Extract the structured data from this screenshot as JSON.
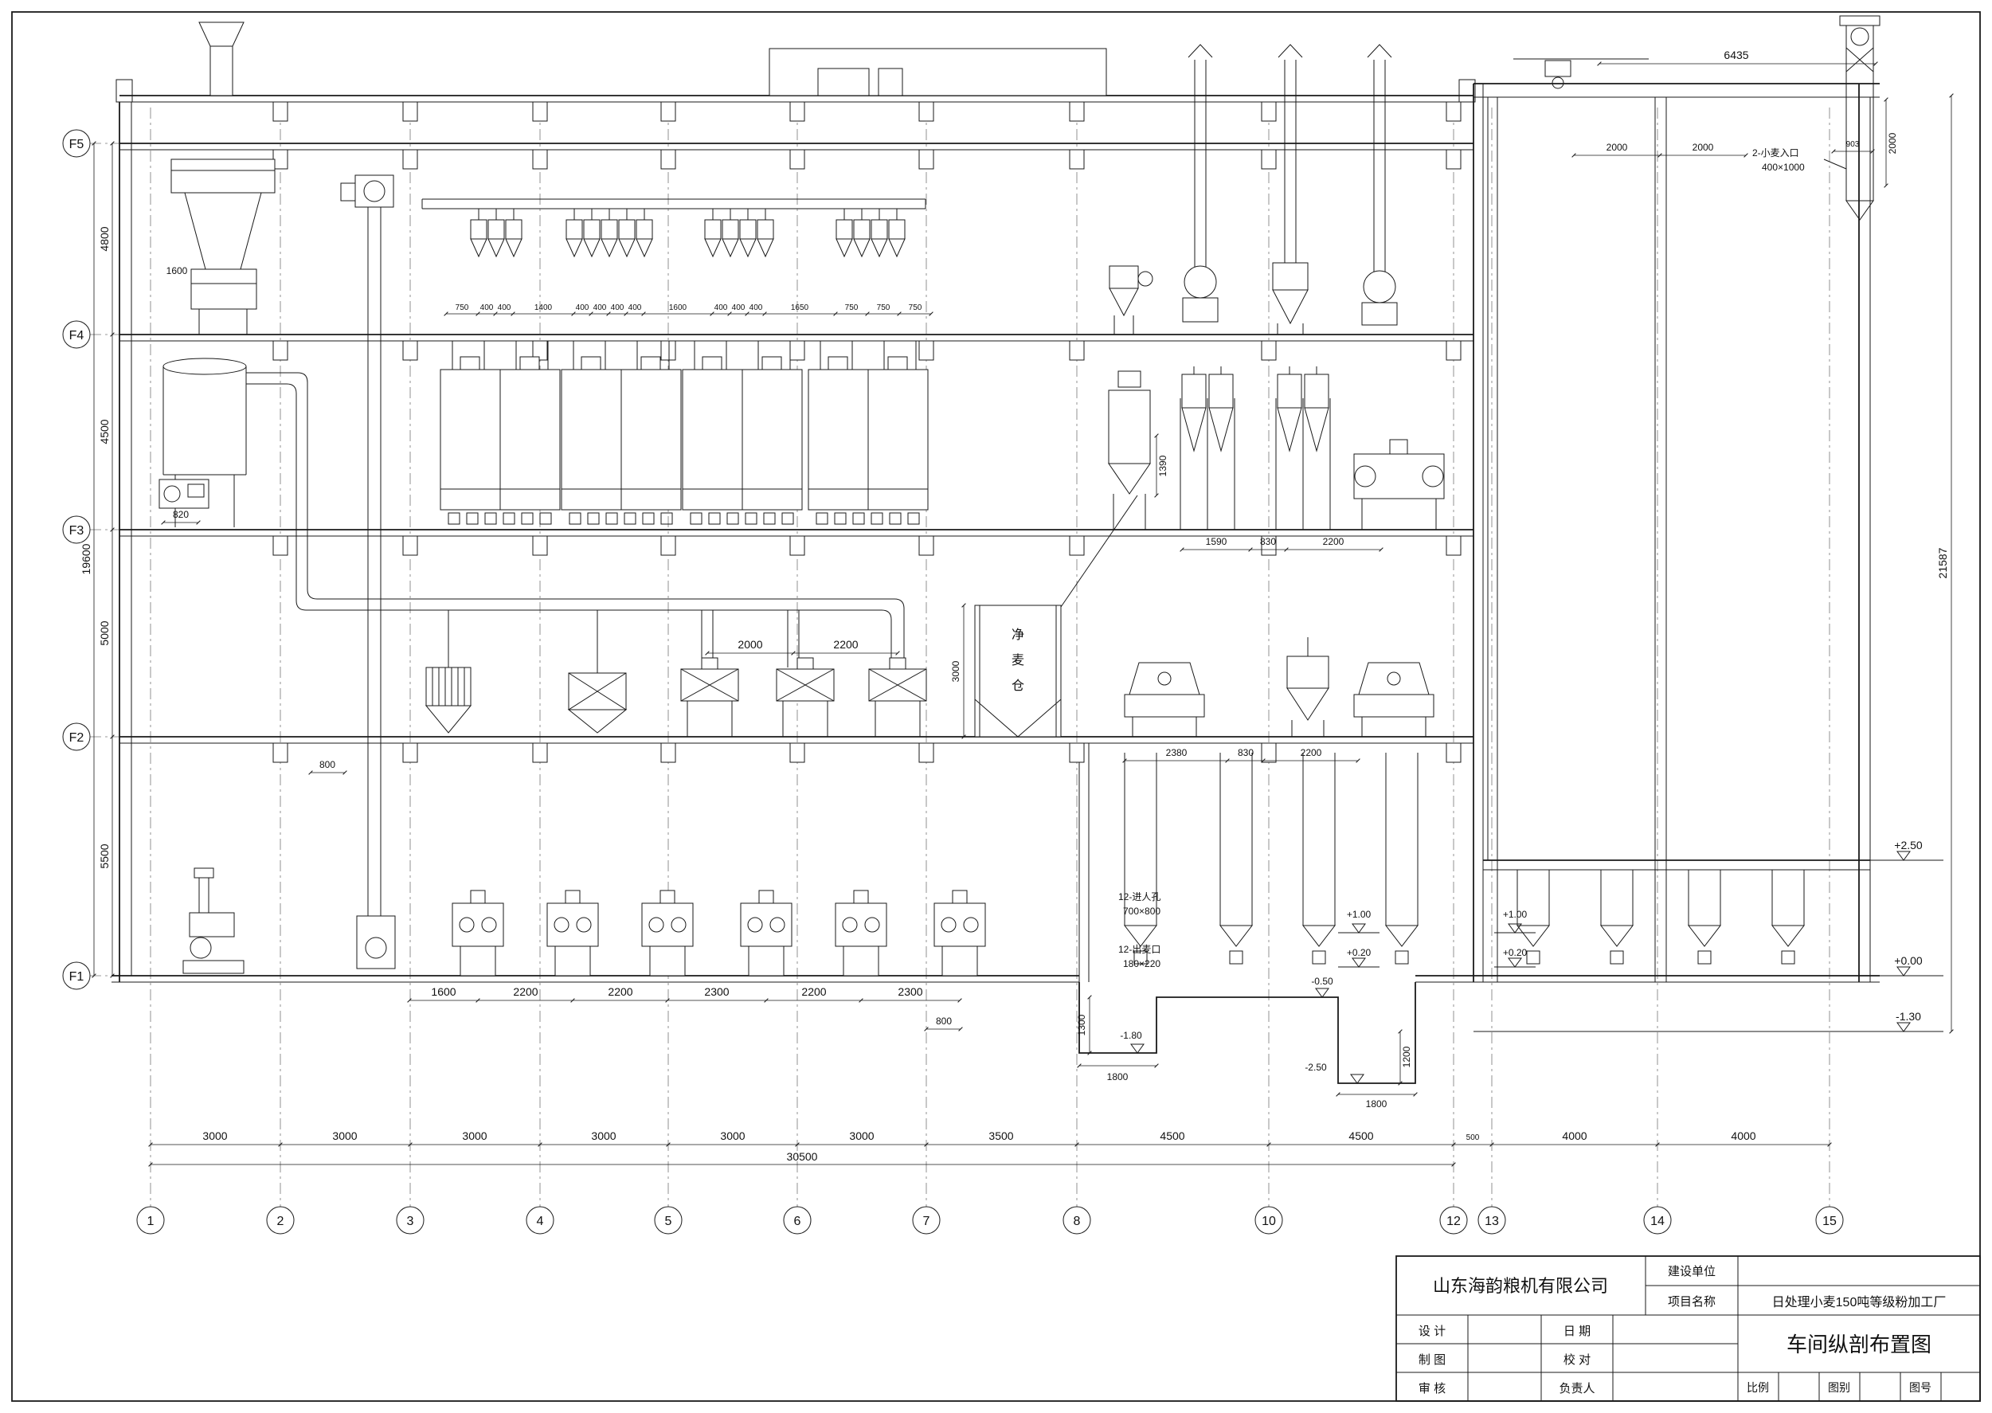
{
  "sheet": {
    "floors": [
      "F5",
      "F4",
      "F3",
      "F2",
      "F1"
    ],
    "grids": [
      "1",
      "2",
      "3",
      "4",
      "5",
      "6",
      "7",
      "8",
      "10",
      "12",
      "13",
      "14",
      "15"
    ]
  },
  "dims": {
    "left": [
      "4800",
      "4500",
      "5000",
      "5500"
    ],
    "left_total": "19600",
    "right_total": "21587",
    "bottom": [
      "3000",
      "3000",
      "3000",
      "3000",
      "3000",
      "3000",
      "3500",
      "4500",
      "4500",
      "500",
      "4000",
      "4000"
    ],
    "bottom_total": "30500",
    "top": [
      "750",
      "400",
      "400",
      "1400",
      "400",
      "400",
      "400",
      "400",
      "1600",
      "400",
      "400",
      "400",
      "1650",
      "750",
      "750",
      "750"
    ],
    "mills": [
      "1600",
      "2200",
      "2200",
      "2300",
      "2200",
      "2300"
    ],
    "sifter": "1600",
    "m820": "820",
    "duct": [
      "2000",
      "2200"
    ],
    "bin_h": "3000",
    "tank_h": "1390",
    "f3r": [
      "1590",
      "830",
      "2200"
    ],
    "f2r": [
      "2380",
      "830",
      "2200"
    ],
    "d800a": "800",
    "d800b": "800",
    "pit1_d": "1300",
    "pit1_w": "1800",
    "pit2_d": "1200",
    "pit2_w": "1800",
    "annex": "6435",
    "annex_bays": [
      "2000",
      "2000"
    ],
    "intake_w": "903",
    "intake_h": "2000"
  },
  "levels": {
    "p250": "+2.50",
    "p100": "+1.00",
    "p020": "+0.20",
    "zero": "+0.00",
    "m050": "-0.50",
    "m130": "-1.30",
    "m180": "-1.80",
    "m250": "-2.50"
  },
  "notes": {
    "bin": [
      "净",
      "麦",
      "仓"
    ],
    "inlet1": "2-小麦入口",
    "inlet2": "400×1000",
    "manhole1": "12-进人孔",
    "manhole2": "700×800",
    "outlet1": "12-出麦口",
    "outlet2": "180×220"
  },
  "title_block": {
    "company": "山东海韵粮机有限公司",
    "unit_label": "建设单位",
    "project_label": "项目名称",
    "project": "日处理小麦150吨等级粉加工厂",
    "design": "设 计",
    "date": "日 期",
    "draft": "制 图",
    "proof": "校 对",
    "review": "审 核",
    "lead": "负责人",
    "scale": "比例",
    "kind": "图别",
    "no": "图号",
    "title": "车间纵剖布置图"
  }
}
